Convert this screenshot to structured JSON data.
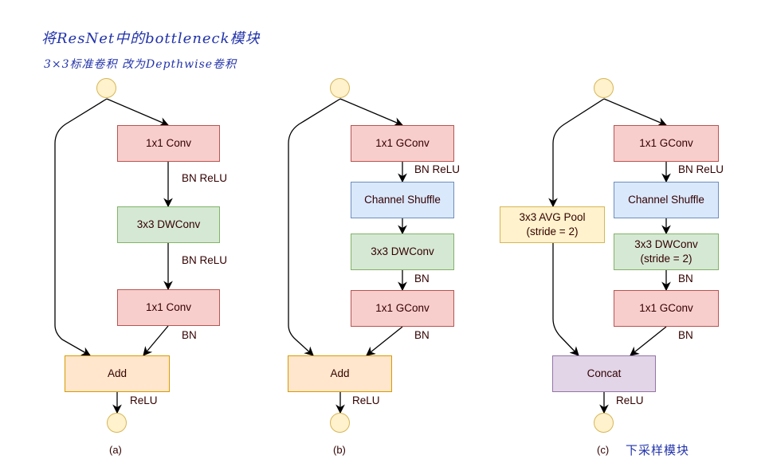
{
  "annotations": {
    "top_line1": "将ResNet中的bottleneck模块",
    "top_line2": "3×3标准卷积 改为Depthwise卷积",
    "c_caption_note": "下采样模块"
  },
  "colors": {
    "conv": "#f8cecc",
    "dwconv": "#d5e8d4",
    "shuffle": "#dae8fc",
    "add": "#ffe6cc",
    "pool": "#fff2cc",
    "concat": "#e1d5e7",
    "node": "#fff2cc",
    "handwriting": "#2233aa",
    "text": "#330000"
  },
  "diagrams": {
    "a": {
      "caption": "(a)",
      "conv1": "1x1 Conv",
      "label1": "BN ReLU",
      "dwconv": "3x3 DWConv",
      "label2": "BN ReLU",
      "conv2": "1x1 Conv",
      "label3": "BN",
      "merge": "Add",
      "label4": "ReLU"
    },
    "b": {
      "caption": "(b)",
      "conv1": "1x1 GConv",
      "label1": "BN ReLU",
      "shuffle": "Channel Shuffle",
      "dwconv": "3x3 DWConv",
      "label2": "BN",
      "conv2": "1x1 GConv",
      "label3": "BN",
      "merge": "Add",
      "label4": "ReLU"
    },
    "c": {
      "caption": "(c)",
      "pool": "3x3 AVG Pool\n(stride = 2)",
      "conv1": "1x1 GConv",
      "label1": "BN ReLU",
      "shuffle": "Channel Shuffle",
      "dwconv": "3x3 DWConv\n(stride = 2)",
      "label2": "BN",
      "conv2": "1x1 GConv",
      "label3": "BN",
      "merge": "Concat",
      "label4": "ReLU"
    }
  }
}
